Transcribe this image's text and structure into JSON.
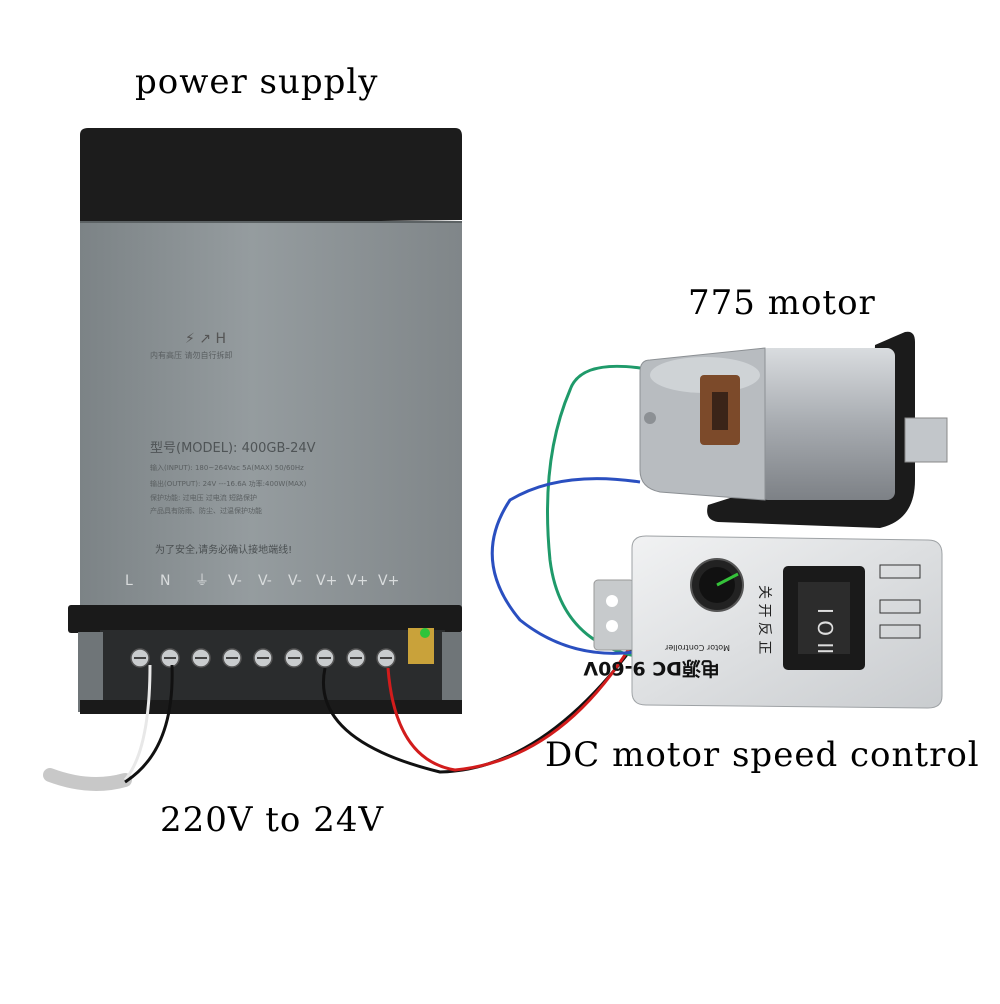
{
  "labels": {
    "power_supply": "power supply",
    "motor": "775 motor",
    "controller": "DC motor speed control",
    "voltage": "220V to 24V"
  },
  "power_supply": {
    "model": "型号(MODEL): 400GB-24V",
    "safety": "为了安全,请务必确认接地端线!",
    "terminals": [
      "L",
      "N",
      "⏚",
      "V-",
      "V-",
      "V-",
      "V+",
      "V+",
      "V+"
    ]
  },
  "controller": {
    "title": "电源DC 9-60V",
    "subtitle": "Motor Controller"
  },
  "colors": {
    "psu_body": "#8a9194",
    "psu_cap": "#1c1c1c",
    "wire_green": "#1f9a6a",
    "wire_blue": "#2a4fc0",
    "wire_red": "#d21c1c",
    "controller_body": "#e4e6e7",
    "switch_body": "#1a1a1a"
  }
}
